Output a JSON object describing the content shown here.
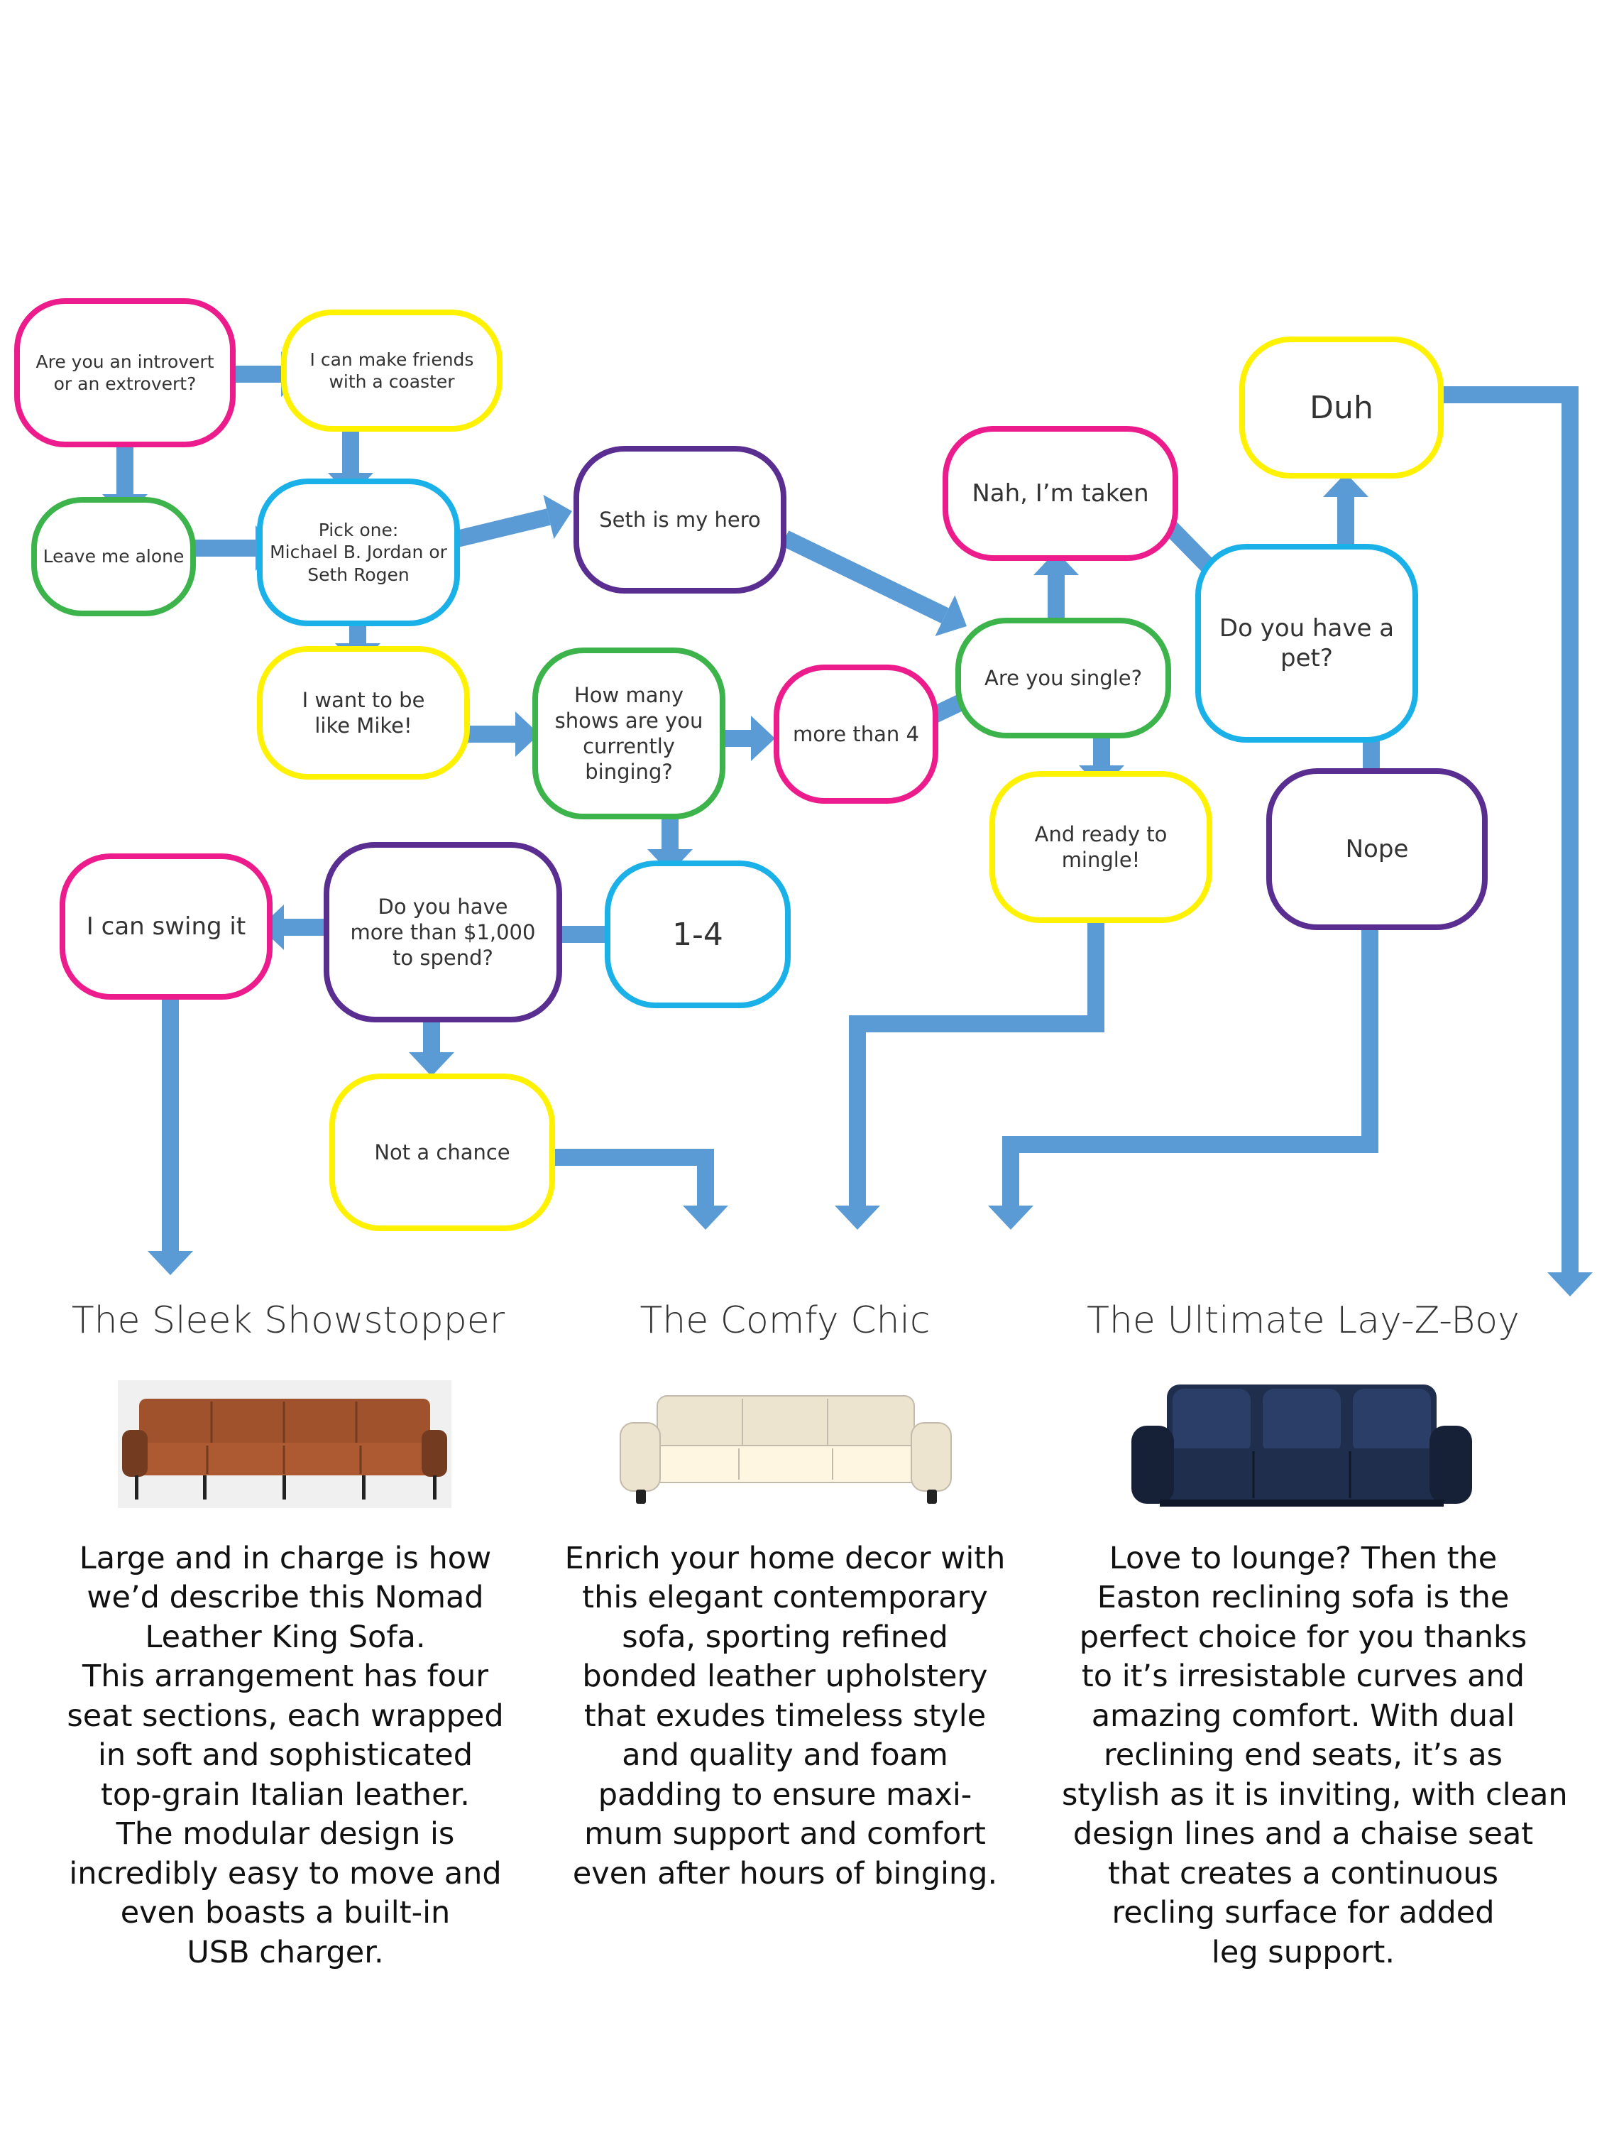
{
  "palette": {
    "magenta": "#ec1c8c",
    "yellow": "#fff200",
    "green": "#3cb44b",
    "blue": "#1ab0e8",
    "purple": "#5a2d91",
    "arrow": "#5b9bd5"
  },
  "nodes": {
    "introvert": [
      "Are you an introvert",
      "or an extrovert?"
    ],
    "coaster": [
      "I can make friends",
      "with a coaster"
    ],
    "leave_alone": [
      "Leave me alone"
    ],
    "pick_one": [
      "Pick one:",
      "Michael B. Jordan or",
      "Seth Rogen"
    ],
    "seth_hero": [
      "Seth is my hero"
    ],
    "like_mike": [
      "I want to be",
      "like Mike!"
    ],
    "how_many": [
      "How many",
      "shows are you",
      "currently",
      "binging?"
    ],
    "more_than_4": [
      "more than 4"
    ],
    "one_to_four": [
      "1-4"
    ],
    "thousand": [
      "Do you have",
      "more than $1,000",
      "to spend?"
    ],
    "swing_it": [
      "I can swing it"
    ],
    "not_a_chance": [
      "Not a chance"
    ],
    "nah_taken": [
      "Nah, I’m taken"
    ],
    "single": [
      "Are you single?"
    ],
    "mingle": [
      "And ready to",
      "mingle!"
    ],
    "duh": [
      "Duh"
    ],
    "pet": [
      "Do you have a",
      "pet?"
    ],
    "nope": [
      "Nope"
    ]
  },
  "results": [
    {
      "title": "The Sleek Showstopper",
      "sofa_color": "#a0522d",
      "description": [
        "Large and in charge is how",
        "we’d describe this Nomad",
        "Leather King Sofa.",
        "This arrangement has four",
        "seat sections, each wrapped",
        "in soft and sophisticated",
        "top-grain Italian leather.",
        "The modular design is",
        "incredibly easy to move and",
        "even boasts a built-in",
        "USB charger."
      ]
    },
    {
      "title": "The Comfy Chic",
      "sofa_color": "#ede4d0",
      "description": [
        "Enrich your home decor with",
        "this elegant contemporary",
        "sofa, sporting refined",
        "bonded leather upholstery",
        "that exudes timeless style",
        "and quality and foam",
        "padding to ensure maxi-",
        "mum support and comfort",
        "even after hours of binging."
      ]
    },
    {
      "title": "The Ultimate Lay-Z-Boy",
      "sofa_color": "#1f2e4d",
      "description": [
        "Love to lounge? Then the",
        "Easton reclining sofa is the",
        "perfect choice for you thanks",
        "to it’s irresistable curves and",
        "amazing comfort. With dual",
        "reclining end seats, it’s as",
        "stylish as it is inviting, with clean",
        "design lines and a chaise seat",
        "that creates a continuous",
        "recling surface for added",
        "leg support."
      ]
    }
  ]
}
